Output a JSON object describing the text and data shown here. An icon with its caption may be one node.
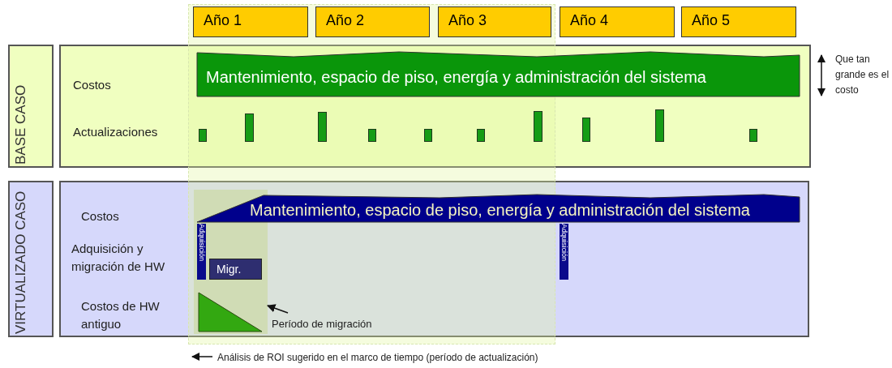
{
  "diagram": {
    "nodes": [
      {
        "text": [
          "Año 1"
        ]
      },
      {
        "text": [
          "Año 2"
        ]
      },
      {
        "text": [
          "Año 3"
        ]
      },
      {
        "text": [
          "Año 4"
        ]
      },
      {
        "text": [
          "Año 5"
        ]
      },
      {
        "text": [
          "BASE CASO"
        ]
      },
      {
        "text": [],
        "shape": "box"
      },
      {
        "text": [
          "Mantenimiento, espacio de piso, energía y administración del sistema"
        ],
        "in": 6
      },
      {
        "text": [],
        "shape": "bar",
        "in": 6
      },
      {
        "text": [],
        "shape": "bar",
        "in": 6
      },
      {
        "text": [],
        "shape": "bar",
        "in": 6
      },
      {
        "text": [],
        "shape": "bar",
        "in": 6
      },
      {
        "text": [],
        "shape": "bar",
        "in": 6
      },
      {
        "text": [],
        "shape": "bar",
        "in": 6
      },
      {
        "text": [],
        "shape": "bar",
        "in": 6
      },
      {
        "text": [],
        "shape": "bar",
        "in": 6
      },
      {
        "text": [],
        "shape": "bar",
        "in": 6
      },
      {
        "text": [],
        "shape": "bar",
        "in": 6
      },
      {
        "text": [
          "VIRTUALIZADO CASO"
        ]
      },
      {
        "text": [],
        "shape": "box"
      },
      {
        "text": [],
        "shape": "box",
        "in": 19
      },
      {
        "text": [
          "Mantenimiento, espacio de piso, energía y administración del sistema"
        ],
        "in": 19
      },
      {
        "text": [
          "Adquisición"
        ],
        "in": 20
      },
      {
        "text": [
          "Migr."
        ],
        "in": 20
      },
      {
        "text": [],
        "shape": "triangle",
        "in": 20
      },
      {
        "text": [
          "Adquisición"
        ],
        "in": 19
      },
      {
        "text": [
          "Período de migración"
        ],
        "in": 19
      }
    ],
    "edges": [
      {
        "from": 26,
        "to": 20,
        "arrow": "to"
      }
    ],
    "labels": [
      "Que tan grande es el costo",
      "Costos",
      "Actualizaciones",
      "Costos",
      "Adquisición y migración de HW",
      "Costos de HW antiguo",
      "Análisis de ROI sugerido en el marco de tiempo (período de actualización)"
    ]
  }
}
